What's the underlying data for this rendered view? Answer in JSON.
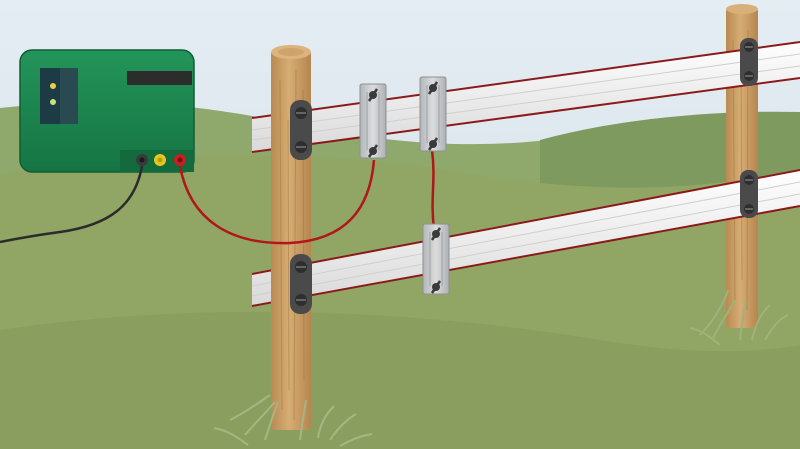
{
  "scene": {
    "subject": "electric-fence-installation",
    "colors": {
      "sky": "#dfe8ef",
      "hill_far": "#8aa46a",
      "grass": "#8fa462",
      "post": "#c9a06a",
      "tape": "#f2f2f2",
      "tape_stripe": "#8b1a1a",
      "energizer": "#1f8a4c",
      "wire_live": "#b0171b",
      "wire_ground": "#2b2b2b",
      "insulator": "#c7c9cb",
      "bracket": "#4a4a4a"
    }
  },
  "energizer": {
    "terminals": [
      {
        "name": "ground-terminal",
        "color": "#3a3a3a"
      },
      {
        "name": "indicator-terminal",
        "color": "#e6c81a"
      },
      {
        "name": "fence-terminal",
        "color": "#c62026"
      }
    ],
    "indicator_lights": [
      "#e3d24a",
      "#c9e27a"
    ]
  }
}
